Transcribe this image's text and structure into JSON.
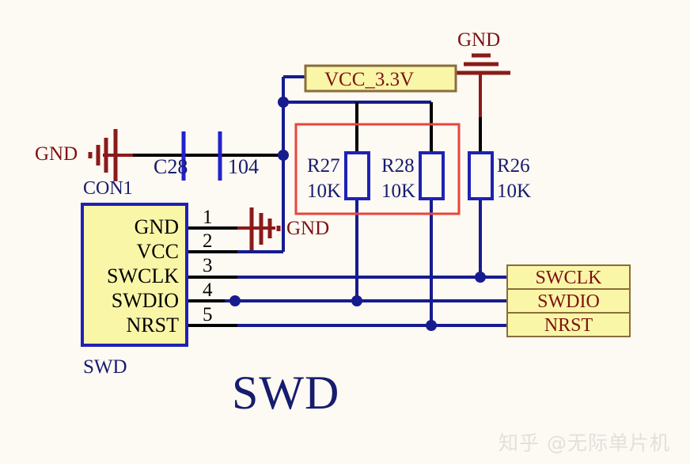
{
  "diagram": {
    "title": "SWD",
    "watermark": "知乎 @无际单片机",
    "background_color": "#fdf9f3",
    "wire_blue": "#161c8e",
    "wire_black": "#000000",
    "wire_red": "#8b1a1a",
    "label_fill": "#faf6a8",
    "label_border": "#8a6d3b",
    "component_border": "#1f22b4",
    "highlight_box_color": "#e8453c"
  },
  "connector": {
    "ref": "CON1",
    "name": "SWD",
    "pins": [
      {
        "number": "1",
        "label": "GND"
      },
      {
        "number": "2",
        "label": "VCC"
      },
      {
        "number": "3",
        "label": "SWCLK"
      },
      {
        "number": "4",
        "label": "SWDIO"
      },
      {
        "number": "5",
        "label": "NRST"
      }
    ]
  },
  "capacitor": {
    "ref": "C28",
    "value": "104"
  },
  "resistors": [
    {
      "ref": "R27",
      "value": "10K"
    },
    {
      "ref": "R28",
      "value": "10K"
    },
    {
      "ref": "R26",
      "value": "10K"
    }
  ],
  "power": {
    "vcc_label": "VCC_3.3V"
  },
  "grounds": [
    {
      "id": "gnd-left",
      "label": "GND"
    },
    {
      "id": "gnd-middle",
      "label": "GND"
    },
    {
      "id": "gnd-top",
      "label": "GND"
    }
  ],
  "net_labels": [
    {
      "name": "SWCLK"
    },
    {
      "name": "SWDIO"
    },
    {
      "name": "NRST"
    }
  ]
}
